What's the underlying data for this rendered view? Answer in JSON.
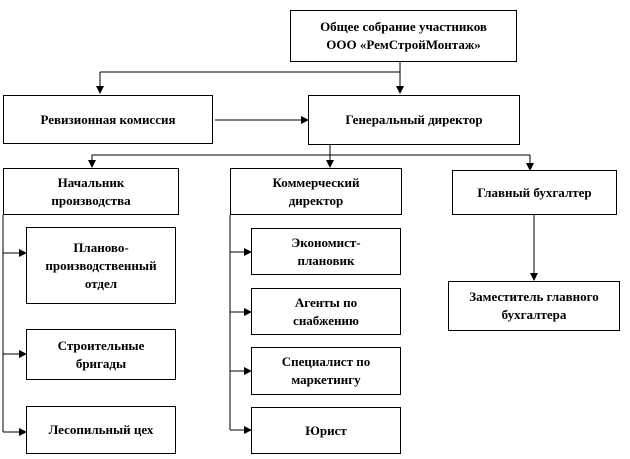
{
  "diagram": {
    "assembly_line1": "Общее собрание участников",
    "assembly_line2": "ООО «РемСтройМонтаж»",
    "audit": "Ревизионная комиссия",
    "general_director": "Генеральный директор",
    "production_head_line1": "Начальник",
    "production_head_line2": "производства",
    "commercial_director_line1": "Коммерческий",
    "commercial_director_line2": "директор",
    "chief_accountant": "Главный бухгалтер",
    "planning_dept_line1": "Планово-",
    "planning_dept_line2": "производственный",
    "planning_dept_line3": "отдел",
    "construction_teams_line1": "Строительные",
    "construction_teams_line2": "бригады",
    "sawmill": "Лесопильный цех",
    "economist_line1": "Экономист-",
    "economist_line2": "плановик",
    "supply_agents_line1": "Агенты по",
    "supply_agents_line2": "снабжению",
    "marketing_line1": "Специалист по",
    "marketing_line2": "маркетингу",
    "lawyer": "Юрист",
    "deputy_accountant_line1": "Заместитель главного",
    "deputy_accountant_line2": "бухгалтера"
  }
}
